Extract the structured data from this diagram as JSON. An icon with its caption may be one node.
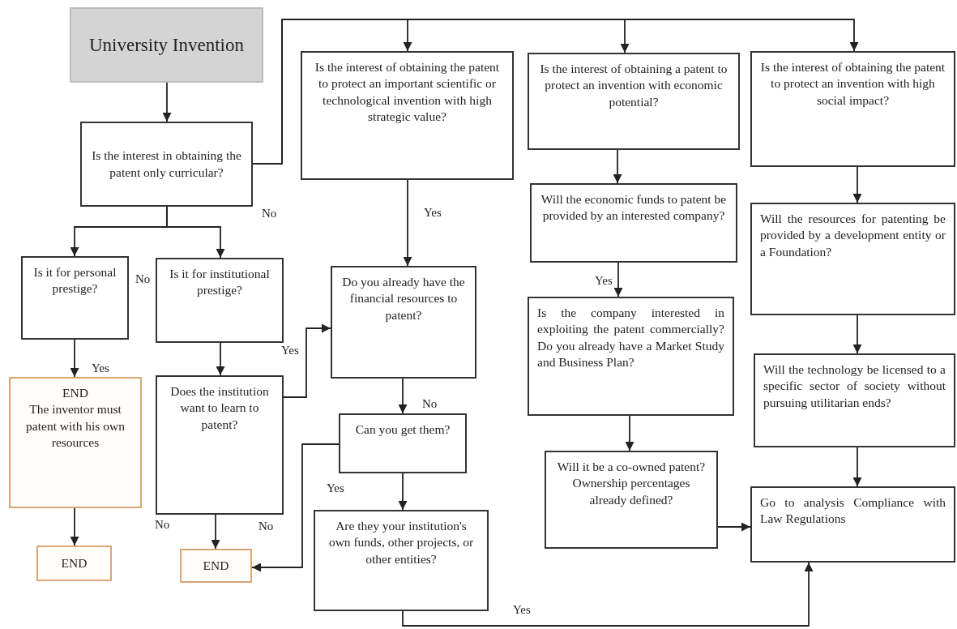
{
  "diagram": {
    "nodes": [
      {
        "text": [
          "University Invention"
        ]
      },
      {
        "text": [
          "Is the interest in obtaining the patent only curricular?"
        ]
      },
      {
        "text": [
          "Is the interest of obtaining the patent to protect an important scientific or technological invention with high strategic value?"
        ]
      },
      {
        "text": [
          "Is the interest of obtaining a patent to protect an invention with economic potential?"
        ]
      },
      {
        "text": [
          "Is the interest of obtaining the patent to protect an invention with high social impact?"
        ]
      },
      {
        "text": [
          "Is it for personal prestige?"
        ]
      },
      {
        "text": [
          "Is it for institutional prestige?"
        ]
      },
      {
        "text": [
          "Do you already have the financial resources to patent?"
        ]
      },
      {
        "text": [
          "Will the economic funds to patent be provided by an interested company?"
        ]
      },
      {
        "text": [
          "Will the resources for patenting be provided by a development entity or a Foundation?"
        ]
      },
      {
        "text": [
          "END",
          "The inventor must patent with his own resources"
        ]
      },
      {
        "text": [
          "Does the institution want to learn to patent?"
        ]
      },
      {
        "text": [
          "Can you get them?"
        ]
      },
      {
        "text": [
          "Is the company interested in exploiting the patent commercially? Do you already have a Market Study and Business Plan?"
        ]
      },
      {
        "text": [
          "Will the technology be licensed to a specific sector of society without pursuing utilitarian ends?"
        ]
      },
      {
        "text": [
          "Are they your institution's own funds, other projects, or other entities?"
        ]
      },
      {
        "text": [
          "Will it be a co-owned patent? Ownership percentages already defined?"
        ]
      },
      {
        "text": [
          "END"
        ]
      },
      {
        "text": [
          "END"
        ]
      },
      {
        "text": [
          "Go to analysis Compliance with Law Regulations"
        ]
      }
    ],
    "edges": [
      {
        "from": 0,
        "to": 1,
        "arrow": "to"
      },
      {
        "from": 1,
        "to": 2,
        "arrow": "to"
      },
      {
        "from": 1,
        "to": 3,
        "arrow": "to"
      },
      {
        "from": 1,
        "to": 4,
        "arrow": "to"
      },
      {
        "from": 1,
        "to": 5,
        "arrow": "to"
      },
      {
        "from": 1,
        "to": 6,
        "arrow": "to"
      },
      {
        "from": 5,
        "to": 10,
        "arrow": "to",
        "label": "Yes"
      },
      {
        "from": 6,
        "to": 11,
        "arrow": "to"
      },
      {
        "from": 11,
        "to": 7,
        "arrow": "to",
        "label": "Yes"
      },
      {
        "from": 2,
        "to": 7,
        "arrow": "to",
        "label": "Yes"
      },
      {
        "from": 7,
        "to": 12,
        "arrow": "to",
        "label": "No"
      },
      {
        "from": 12,
        "to": 18,
        "arrow": "to"
      },
      {
        "from": 11,
        "to": 18,
        "arrow": "to"
      },
      {
        "from": 10,
        "to": 17,
        "arrow": "to"
      },
      {
        "from": 12,
        "to": 15,
        "arrow": "to",
        "label": "Yes"
      },
      {
        "from": 15,
        "to": 19,
        "arrow": "to",
        "label": "Yes"
      },
      {
        "from": 3,
        "to": 8,
        "arrow": "to"
      },
      {
        "from": 8,
        "to": 13,
        "arrow": "to",
        "label": "Yes"
      },
      {
        "from": 13,
        "to": 16,
        "arrow": "to"
      },
      {
        "from": 16,
        "to": 19,
        "arrow": "to"
      },
      {
        "from": 4,
        "to": 9,
        "arrow": "to"
      },
      {
        "from": 9,
        "to": 14,
        "arrow": "to"
      },
      {
        "from": 14,
        "to": 19,
        "arrow": "to"
      }
    ],
    "labels": [
      "No",
      "No",
      "No",
      "No"
    ]
  }
}
